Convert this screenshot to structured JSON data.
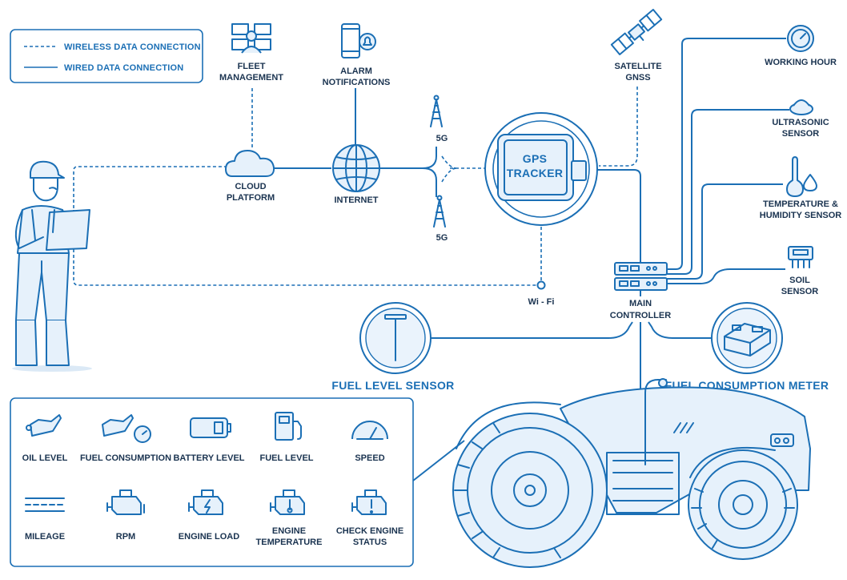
{
  "legend": {
    "wireless": "WIRELESS DATA CONNECTION",
    "wired": "WIRED DATA CONNECTION"
  },
  "nodes": {
    "fleet_management": [
      "FLEET",
      "MANAGEMENT"
    ],
    "alarm_notifications": [
      "ALARM",
      "NOTIFICATIONS"
    ],
    "satellite": [
      "SATELLITE",
      "GNSS"
    ],
    "cloud_platform": [
      "CLOUD",
      "PLATFORM"
    ],
    "internet": "INTERNET",
    "tower_top": "5G",
    "tower_bottom": "5G",
    "gps_tracker": [
      "GPS",
      "TRACKER"
    ],
    "wifi": "Wi - Fi",
    "main_controller": [
      "MAIN",
      "CONTROLLER"
    ],
    "fuel_level_sensor": "FUEL LEVEL SENSOR",
    "fuel_consumption_meter": "FUEL CONSUMPTION METER"
  },
  "sensors": {
    "working_hour": [
      "WORKING HOUR"
    ],
    "ultrasonic": [
      "ULTRASONIC",
      "SENSOR"
    ],
    "temperature": [
      "TEMPERATURE &",
      "HUMIDITY SENSOR"
    ],
    "soil": [
      "SOIL",
      "SENSOR"
    ]
  },
  "panel_items": [
    {
      "label": [
        "OIL LEVEL"
      ],
      "icon": "oil-can-icon"
    },
    {
      "label": [
        "FUEL CONSUMPTION"
      ],
      "icon": "oil-gauge-icon"
    },
    {
      "label": [
        "BATTERY LEVEL"
      ],
      "icon": "battery-icon"
    },
    {
      "label": [
        "FUEL LEVEL"
      ],
      "icon": "fuel-pump-icon"
    },
    {
      "label": [
        "SPEED"
      ],
      "icon": "speedometer-icon"
    },
    {
      "label": [
        "MILEAGE"
      ],
      "icon": "road-icon"
    },
    {
      "label": [
        "RPM"
      ],
      "icon": "engine-icon"
    },
    {
      "label": [
        "ENGINE LOAD"
      ],
      "icon": "engine-load-icon"
    },
    {
      "label": [
        "ENGINE",
        "TEMPERATURE"
      ],
      "icon": "engine-temperature-icon"
    },
    {
      "label": [
        "CHECK ENGINE",
        "STATUS"
      ],
      "icon": "check-engine-icon"
    }
  ],
  "colors": {
    "primary": "#1b6fb5",
    "dark": "#1a3350",
    "pale": "#eaf3fc"
  }
}
